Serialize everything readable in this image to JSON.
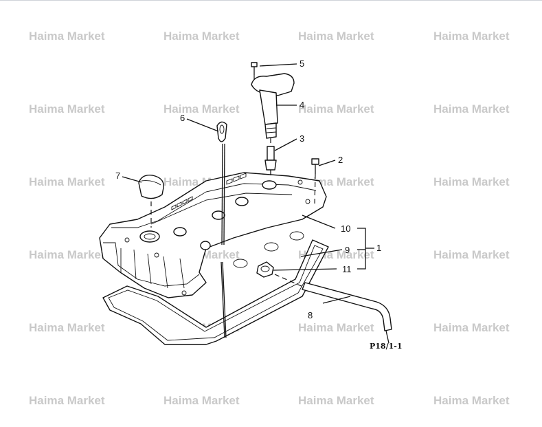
{
  "watermark": {
    "text": "Haima Market",
    "rows": 6,
    "cols": 4
  },
  "callouts": [
    {
      "id": "c5",
      "label": "5"
    },
    {
      "id": "c4",
      "label": "4"
    },
    {
      "id": "c6",
      "label": "6"
    },
    {
      "id": "c3",
      "label": "3"
    },
    {
      "id": "c2",
      "label": "2"
    },
    {
      "id": "c7",
      "label": "7"
    },
    {
      "id": "c10",
      "label": "10"
    },
    {
      "id": "c9",
      "label": "9"
    },
    {
      "id": "c1",
      "label": "1"
    },
    {
      "id": "c11",
      "label": "11"
    },
    {
      "id": "c8",
      "label": "8"
    }
  ],
  "reference": "P18/1-1",
  "colors": {
    "line": "#111111",
    "watermark": "#c9c9c9",
    "background": "#ffffff"
  }
}
